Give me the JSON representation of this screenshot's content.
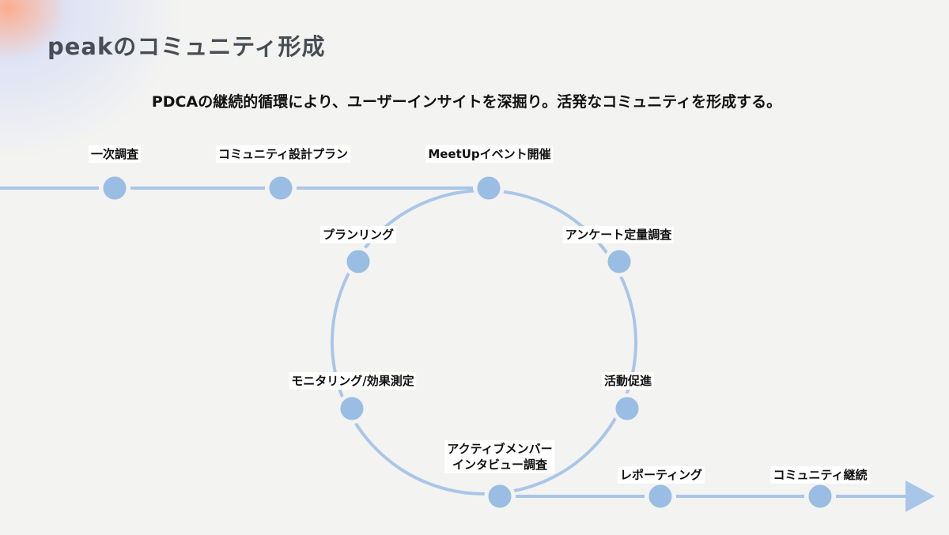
{
  "title": "peakのコミュニティ形成",
  "subtitle": "PDCAの継続的循環により、ユーザーインサイトを深掘り。活発なコミュニティを形成する。",
  "colors": {
    "line": "#a9c6e8",
    "node": "#9abde3"
  },
  "steps": [
    {
      "label": "一次調査"
    },
    {
      "label": "コミュニティ設計プラン"
    },
    {
      "label": "MeetUpイベント開催"
    },
    {
      "label": "アンケート定量調査"
    },
    {
      "label": "活動促進"
    },
    {
      "label": "アクティブメンバー\nインタビュー調査"
    },
    {
      "label": "モニタリング/効果測定"
    },
    {
      "label": "プランリング"
    },
    {
      "label": "レポーティング"
    },
    {
      "label": "コミュニティ継続"
    }
  ]
}
